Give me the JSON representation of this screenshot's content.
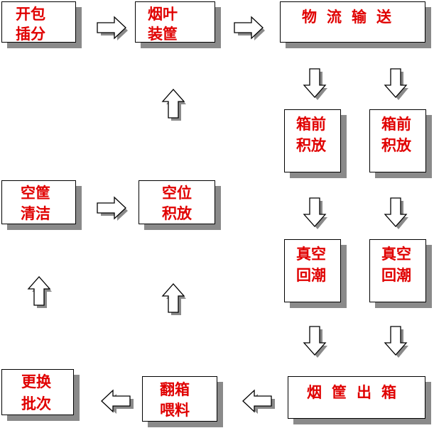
{
  "diagram": {
    "nodes": {
      "open_insert": {
        "line1": "开包",
        "line2": "插分"
      },
      "leaf_pack": {
        "line1": "烟叶",
        "line2": "装筐"
      },
      "logistics": {
        "label": "物流输送"
      },
      "buffer_left": {
        "line1": "箱前",
        "line2": "积放"
      },
      "buffer_right": {
        "line1": "箱前",
        "line2": "积放"
      },
      "vacuum_left": {
        "line1": "真空",
        "line2": "回潮"
      },
      "vacuum_right": {
        "line1": "真空",
        "line2": "回潮"
      },
      "empty_clean": {
        "line1": "空筐",
        "line2": "清洁"
      },
      "empty_store": {
        "line1": "空位",
        "line2": "积放"
      },
      "change_batch": {
        "line1": "更换",
        "line2": "批次"
      },
      "flip_feed": {
        "line1": "翻箱",
        "line2": "喂料"
      },
      "basket_out": {
        "label": "烟筐出箱"
      }
    },
    "colors": {
      "text": "#e00000",
      "border": "#000000",
      "shadow": "#8a8a8a"
    }
  }
}
